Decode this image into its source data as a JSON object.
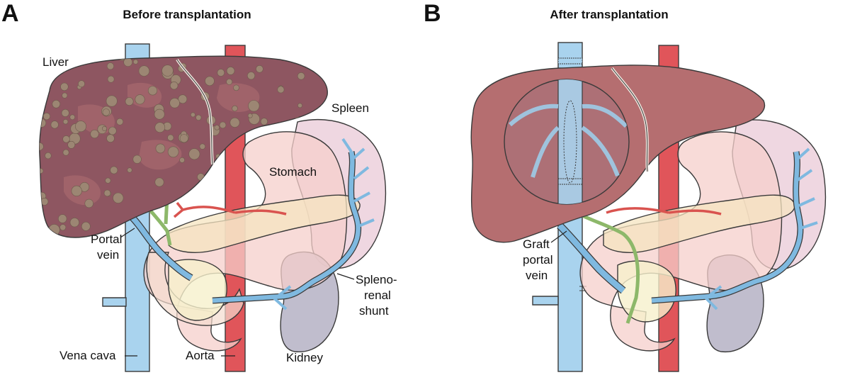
{
  "panel_a": {
    "letter": "A",
    "title": "Before transplantation",
    "labels": {
      "liver": "Liver",
      "spleen": "Spleen",
      "stomach": "Stomach",
      "portal_vein_1": "Portal",
      "portal_vein_2": "vein",
      "splenorenal_1": "Spleno-",
      "splenorenal_2": "renal",
      "splenorenal_3": "shunt",
      "vena_cava": "Vena cava",
      "aorta": "Aorta",
      "kidney": "Kidney"
    }
  },
  "panel_b": {
    "letter": "B",
    "title": "After transplantation",
    "labels": {
      "graft_1": "Graft",
      "graft_2": "portal",
      "graft_3": "vein"
    }
  },
  "colors": {
    "vena_cava": "#a9d3ee",
    "aorta": "#e0555a",
    "cirrhotic_liver": "#8e5661",
    "healthy_liver": "#b56e70",
    "stomach": "#f6cfcb",
    "spleen": "#ecd0dc",
    "kidney": "#b9b6c8",
    "pancreas": "#f6e4c0",
    "vein": "#7fb9e0",
    "bile_duct": "#a9cf7c"
  }
}
